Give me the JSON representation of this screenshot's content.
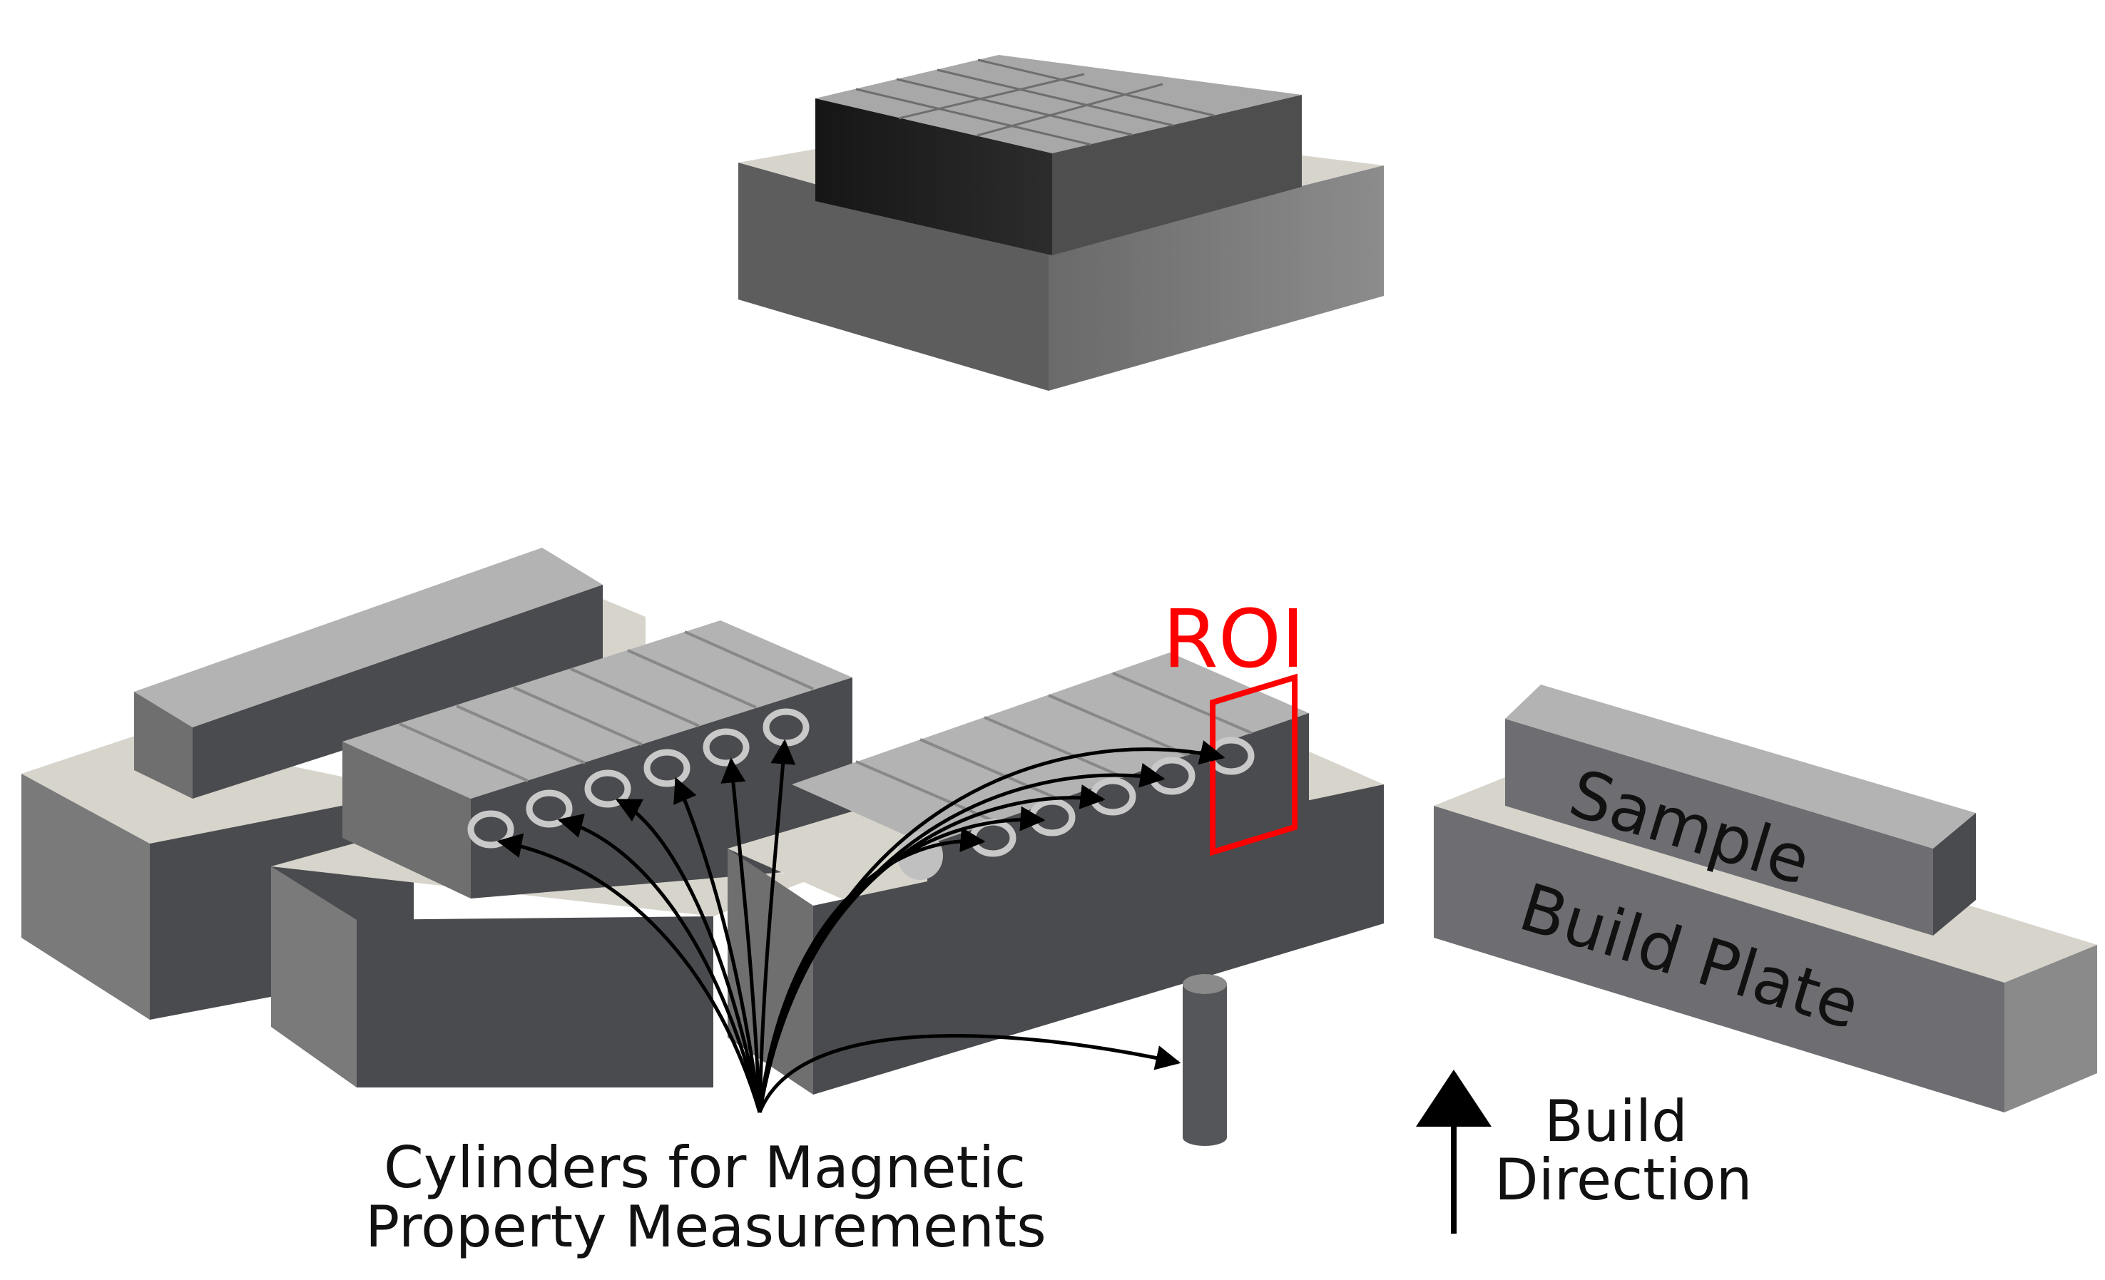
{
  "labels": {
    "roi": "ROI",
    "sample": "Sample",
    "build_plate": "Build Plate",
    "build_direction_line1": "Build",
    "build_direction_line2": "Direction",
    "cylinders_line1": "Cylinders for Magnetic",
    "cylinders_line2": "Property Measurements"
  },
  "icons": {
    "build_direction": "up-arrow-icon"
  },
  "colors": {
    "roi": "#ff0000",
    "arrows": "#000000",
    "top_face": "#b8b8b8",
    "dark_face": "#4a4b4e",
    "side_face": "#7c7c7c",
    "plate_top": "#d9d6cf"
  }
}
